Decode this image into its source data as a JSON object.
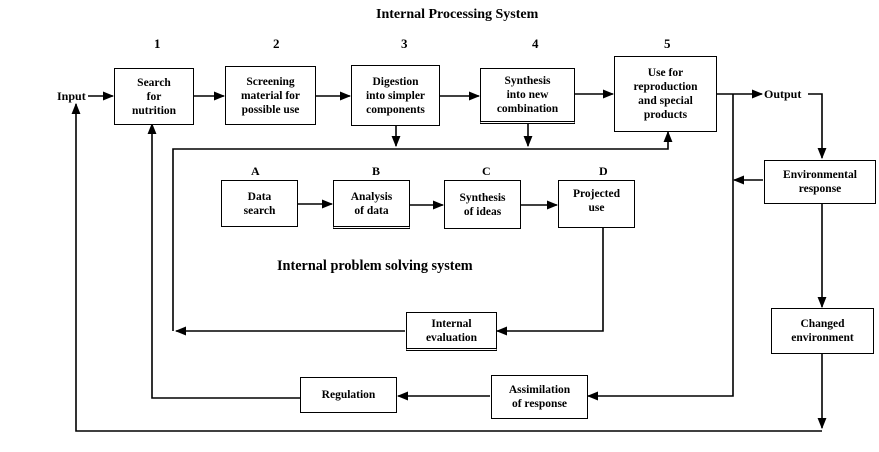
{
  "title": "Internal Processing System",
  "subsystem_title": "Internal problem solving system",
  "input_label": "Input",
  "output_label": "Output",
  "stages": [
    {
      "num": "1",
      "label": "Search\nfor\nnutrition"
    },
    {
      "num": "2",
      "label": "Screening\nmaterial for\npossible use"
    },
    {
      "num": "3",
      "label": "Digestion\ninto simpler\ncomponents"
    },
    {
      "num": "4",
      "label": "Synthesis\ninto new\ncombination"
    },
    {
      "num": "5",
      "label": "Use for\nreproduction\nand special\nproducts"
    }
  ],
  "problem_steps": [
    {
      "letter": "A",
      "label": "Data\nsearch"
    },
    {
      "letter": "B",
      "label": "Analysis\nof data"
    },
    {
      "letter": "C",
      "label": "Synthesis\nof ideas"
    },
    {
      "letter": "D",
      "label": "Projected\nuse"
    }
  ],
  "internal_evaluation": "Internal\nevaluation",
  "environmental_response": "Environmental\nresponse",
  "changed_environment": "Changed\nenvironment",
  "assimilation": "Assimilation\nof response",
  "regulation": "Regulation"
}
